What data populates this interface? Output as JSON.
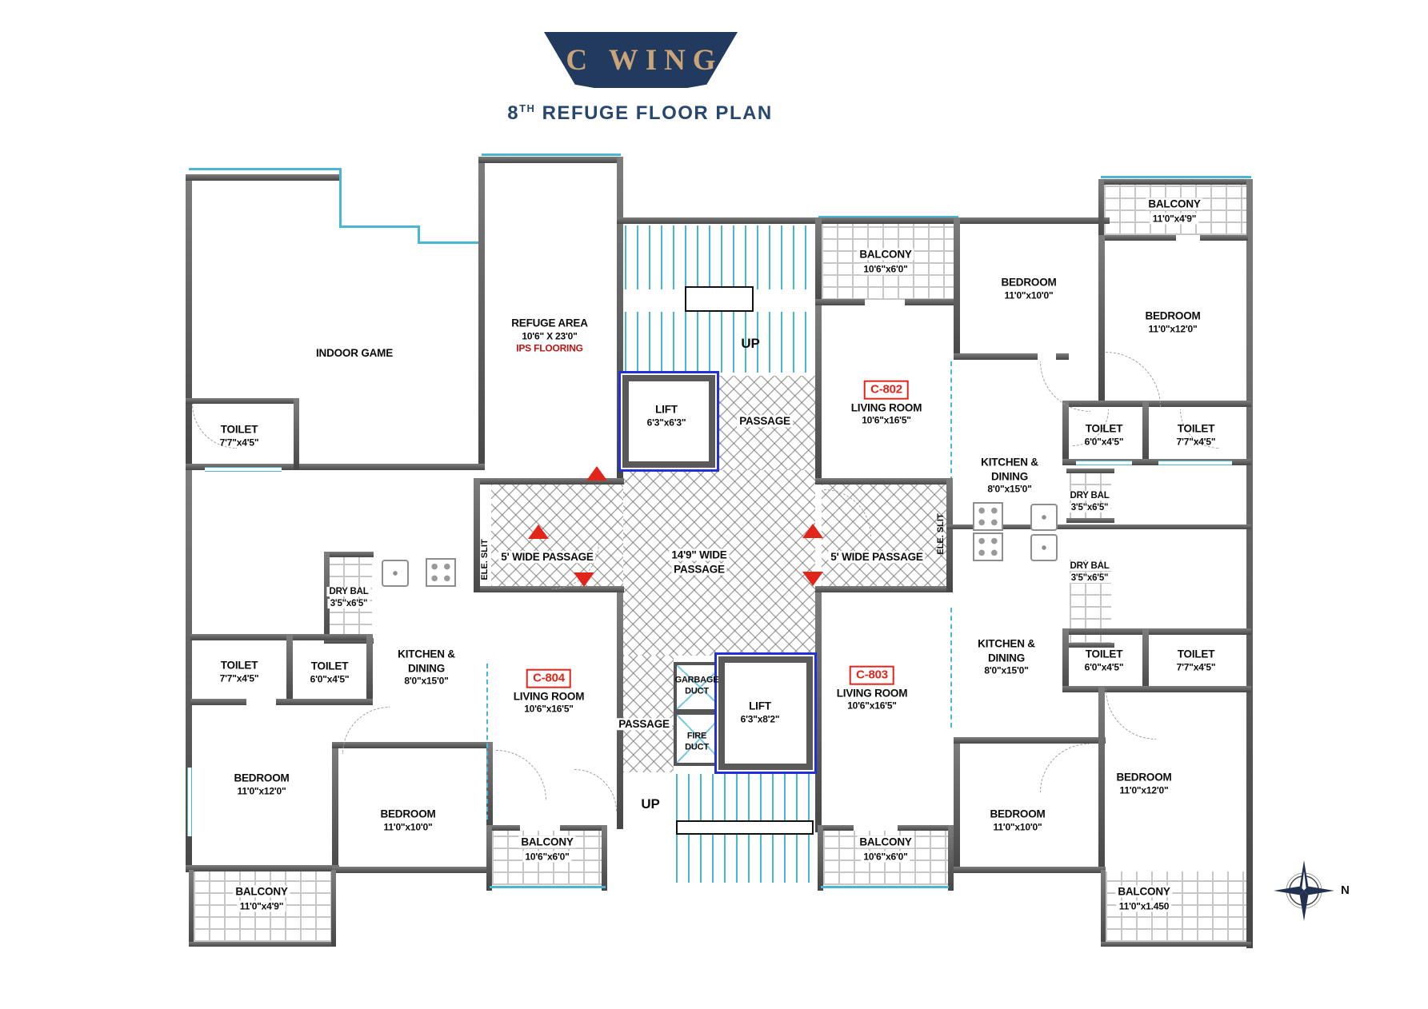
{
  "header": {
    "banner_title": "C WING",
    "floor_number": "8",
    "floor_ordinal": "TH",
    "subtitle": " REFUGE FLOOR PLAN"
  },
  "colors": {
    "banner_bg": "#223a5e",
    "banner_text": "#c8a478",
    "subtitle_text": "#27476e",
    "wall": "#4d4d4d",
    "window_line": "#49b6d6",
    "accent_red": "#e1251b",
    "lift_border": "#2330d8"
  },
  "amenities": {
    "indoor_game": {
      "name": "INDOOR GAME"
    },
    "toilet": {
      "name": "TOILET",
      "dims": "7'7\"x4'5\""
    },
    "refuge_area": {
      "name": "REFUGE AREA",
      "dims": "10'6\" X 23'0\"",
      "note": "IPS FLOORING"
    }
  },
  "core": {
    "stairs_top_label": "UP",
    "stairs_bottom_label": "UP",
    "lift_top": {
      "name": "LIFT",
      "dims": "6'3\"x6'3\""
    },
    "lift_bottom": {
      "name": "LIFT",
      "dims": "6'3\"x8'2\""
    },
    "passage_top": "PASSAGE",
    "passage_bottom": "PASSAGE",
    "central_passage": {
      "line1": "14'9\" WIDE",
      "line2": "PASSAGE"
    },
    "side_passage_left": "5' WIDE PASSAGE",
    "side_passage_right": "5' WIDE PASSAGE",
    "ele_slit_left": "ELE. SLIT",
    "ele_slit_right": "ELE. SLIT",
    "garbage_duct": {
      "line1": "GARBAGE",
      "line2": "DUCT"
    },
    "fire_duct": {
      "line1": "FIRE",
      "line2": "DUCT"
    }
  },
  "units": {
    "c802": {
      "tag": "C-802",
      "living_room": {
        "name": "LIVING ROOM",
        "dims": "10'6\"x16'5\""
      },
      "balcony_front": {
        "name": "BALCONY",
        "dims": "10'6\"x6'0\""
      },
      "bedroom_1": {
        "name": "BEDROOM",
        "dims": "11'0\"x10'0\""
      },
      "bedroom_2": {
        "name": "BEDROOM",
        "dims": "11'0\"x12'0\""
      },
      "balcony_corner": {
        "name": "BALCONY",
        "dims": "11'0\"x4'9\""
      },
      "toilet_1": {
        "name": "TOILET",
        "dims": "6'0\"x4'5\""
      },
      "toilet_2": {
        "name": "TOILET",
        "dims": "7'7\"x4'5\""
      },
      "kitchen": {
        "line1": "KITCHEN &",
        "line2": "DINING",
        "dims": "8'0\"x15'0\""
      },
      "dry_balcony": {
        "name": "DRY BAL",
        "dims": "3'5\"x6'5\""
      }
    },
    "c803": {
      "tag": "C-803",
      "living_room": {
        "name": "LIVING ROOM",
        "dims": "10'6\"x16'5\""
      },
      "balcony_front": {
        "name": "BALCONY",
        "dims": "10'6\"x6'0\""
      },
      "bedroom_1": {
        "name": "BEDROOM",
        "dims": "11'0\"x10'0\""
      },
      "bedroom_2": {
        "name": "BEDROOM",
        "dims": "11'0\"x12'0\""
      },
      "balcony_corner": {
        "name": "BALCONY",
        "dims": "11'0\"x1.450"
      },
      "toilet_1": {
        "name": "TOILET",
        "dims": "6'0\"x4'5\""
      },
      "toilet_2": {
        "name": "TOILET",
        "dims": "7'7\"x4'5\""
      },
      "kitchen": {
        "line1": "KITCHEN &",
        "line2": "DINING",
        "dims": "8'0\"x15'0\""
      },
      "dry_balcony": {
        "name": "DRY BAL",
        "dims": "3'5\"x6'5\""
      }
    },
    "c804": {
      "tag": "C-804",
      "living_room": {
        "name": "LIVING ROOM",
        "dims": "10'6\"x16'5\""
      },
      "balcony_front": {
        "name": "BALCONY",
        "dims": "10'6\"x6'0\""
      },
      "bedroom_1": {
        "name": "BEDROOM",
        "dims": "11'0\"x10'0\""
      },
      "bedroom_2": {
        "name": "BEDROOM",
        "dims": "11'0\"x12'0\""
      },
      "balcony_corner": {
        "name": "BALCONY",
        "dims": "11'0\"x4'9\""
      },
      "toilet_1": {
        "name": "TOILET",
        "dims": "6'0\"x4'5\""
      },
      "toilet_2": {
        "name": "TOILET",
        "dims": "7'7\"x4'5\""
      },
      "kitchen": {
        "line1": "KITCHEN &",
        "line2": "DINING",
        "dims": "8'0\"x15'0\""
      },
      "dry_balcony": {
        "name": "DRY BAL",
        "dims": "3'5\"x6'5\""
      }
    }
  },
  "compass": {
    "north": "N"
  }
}
